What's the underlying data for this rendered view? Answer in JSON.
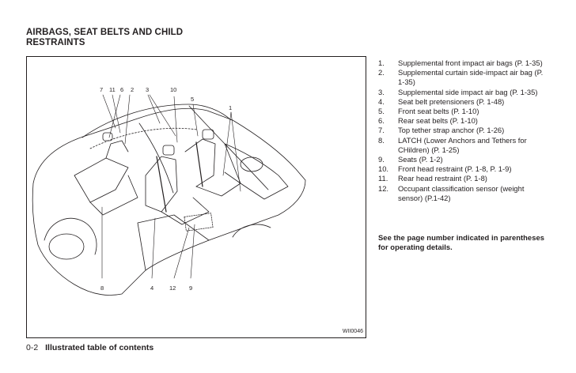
{
  "heading": {
    "line1": "AIRBAGS, SEAT BELTS AND CHILD",
    "line2": "RESTRAINTS"
  },
  "figure": {
    "code": "WII0046",
    "callouts": [
      "7",
      "11",
      "6",
      "2",
      "3",
      "10",
      "5",
      "1",
      "8",
      "4",
      "12",
      "9"
    ]
  },
  "legend": {
    "items": [
      {
        "number": "1.",
        "text": "Supplemental front impact air bags (P. 1-35)"
      },
      {
        "number": "2.",
        "text": "Supplemental curtain side-impact air bag (P. 1-35)"
      },
      {
        "number": "3.",
        "text": "Supplemental side impact air bag (P. 1-35)"
      },
      {
        "number": "4.",
        "text": "Seat belt pretensioners (P. 1-48)"
      },
      {
        "number": "5.",
        "text": "Front seat belts (P. 1-10)"
      },
      {
        "number": "6.",
        "text": "Rear seat belts (P. 1-10)"
      },
      {
        "number": "7.",
        "text": "Top tether strap anchor (P. 1-26)"
      },
      {
        "number": "8.",
        "text": "LATCH (Lower Anchors and Tethers for CHildren) (P. 1-25)"
      },
      {
        "number": "9.",
        "text": "Seats (P. 1-2)"
      },
      {
        "number": "10.",
        "text": "Front head restraint (P. 1-8, P. 1-9)"
      },
      {
        "number": "11.",
        "text": "Rear head restraint (P. 1-8)"
      },
      {
        "number": "12.",
        "text": "Occupant classification sensor (weight sensor) (P.1-42)"
      }
    ],
    "note": "See the page number indicated in parentheses for operating details."
  },
  "footer": {
    "page_number": "0-2",
    "section_title": "Illustrated table of contents"
  }
}
